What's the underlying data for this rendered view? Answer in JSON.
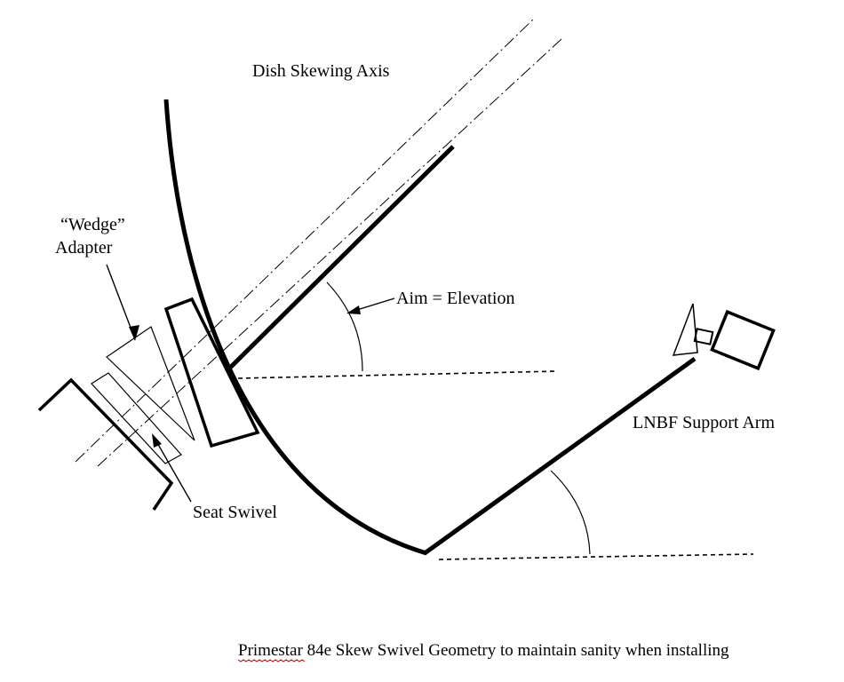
{
  "labels": {
    "skew_axis": "Dish Skewing Axis",
    "wedge_line1": "“Wedge”",
    "wedge_line2": "Adapter",
    "aim": "Aim = Elevation",
    "lnbf_arm": "LNBF Support Arm",
    "seat_swivel": "Seat Swivel",
    "caption_word": "Primestar",
    "caption_rest": " 84e Skew Swivel Geometry to maintain sanity when installing"
  },
  "colors": {
    "ink": "#000000",
    "background": "#ffffff",
    "spellcheck": "#c00000"
  }
}
